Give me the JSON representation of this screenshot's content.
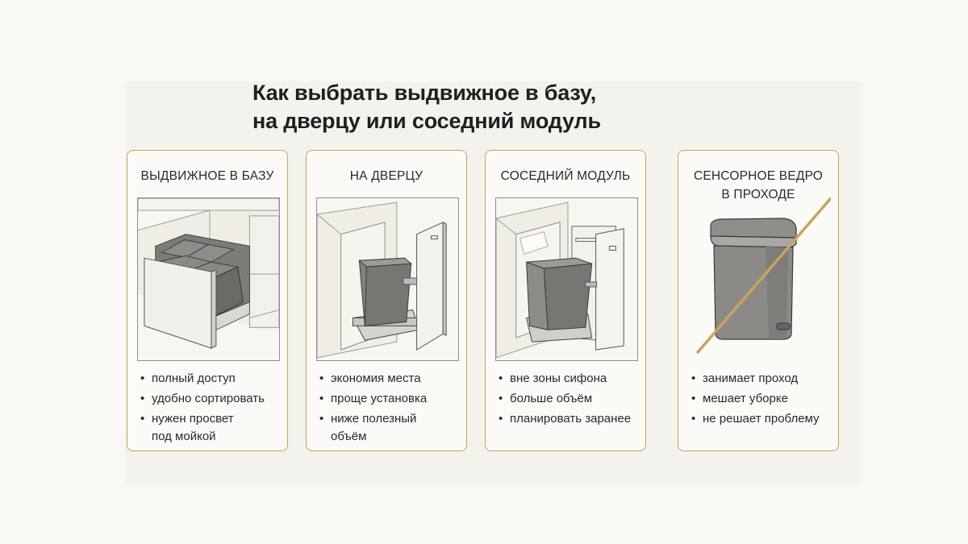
{
  "title": {
    "line1": "Как выбрать выдвижное в базу,",
    "line2": "на дверцу или соседний модуль"
  },
  "accent_color": "#c9a35d",
  "cards": [
    {
      "heading": "выдвижное в базу",
      "illustration_icon": "pull-out-double-bin-icon",
      "bullets": [
        "полный доступ",
        "удобно сортировать",
        "нужен просвет\nпод мойкой"
      ]
    },
    {
      "heading": "на дверцу",
      "illustration_icon": "door-mounted-bin-icon",
      "bullets": [
        "экономия места",
        "проще установка",
        "ниже полезный\nобъём"
      ]
    },
    {
      "heading": "соседний модуль",
      "illustration_icon": "side-module-bin-icon",
      "bullets": [
        "вне зоны сифона",
        "больше объём",
        "планировать заранее"
      ]
    },
    {
      "heading": "сенсорное ведро\nв проходе",
      "illustration_icon": "crossed-out-sensor-bin-icon",
      "bullets": [
        "занимает проход",
        "мешает уборке",
        "не решает проблему"
      ]
    }
  ]
}
